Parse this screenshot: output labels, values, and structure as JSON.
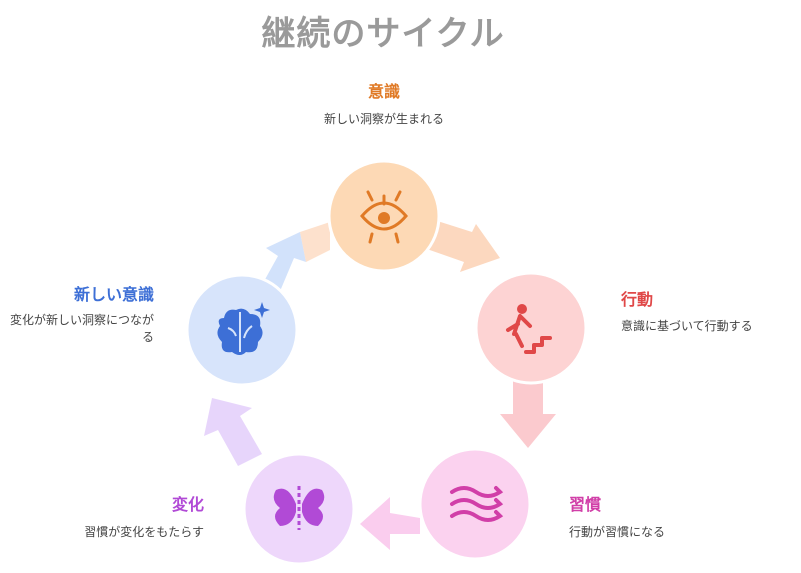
{
  "title": "継続のサイクル",
  "stages": [
    {
      "label": "意識",
      "description": "新しい洞察が生まれる",
      "color": "#e07a26",
      "fill": "#fdd9b5",
      "icon": "eye-insight-icon"
    },
    {
      "label": "行動",
      "description": "意識に基づいて行動する",
      "color": "#e04848",
      "fill": "#fdd3d3",
      "icon": "person-climbing-stairs-icon"
    },
    {
      "label": "習慣",
      "description": "行動が習慣になる",
      "color": "#d13fa8",
      "fill": "#fbd2ef",
      "icon": "waves-icon"
    },
    {
      "label": "変化",
      "description": "習慣が変化をもたらす",
      "color": "#b14ad6",
      "fill": "#eed7fb",
      "icon": "butterfly-icon"
    },
    {
      "label": "新しい意識",
      "description": "変化が新しい洞察につながる",
      "color": "#3d6fd6",
      "fill": "#d7e4fb",
      "icon": "brain-sparkle-icon"
    }
  ]
}
